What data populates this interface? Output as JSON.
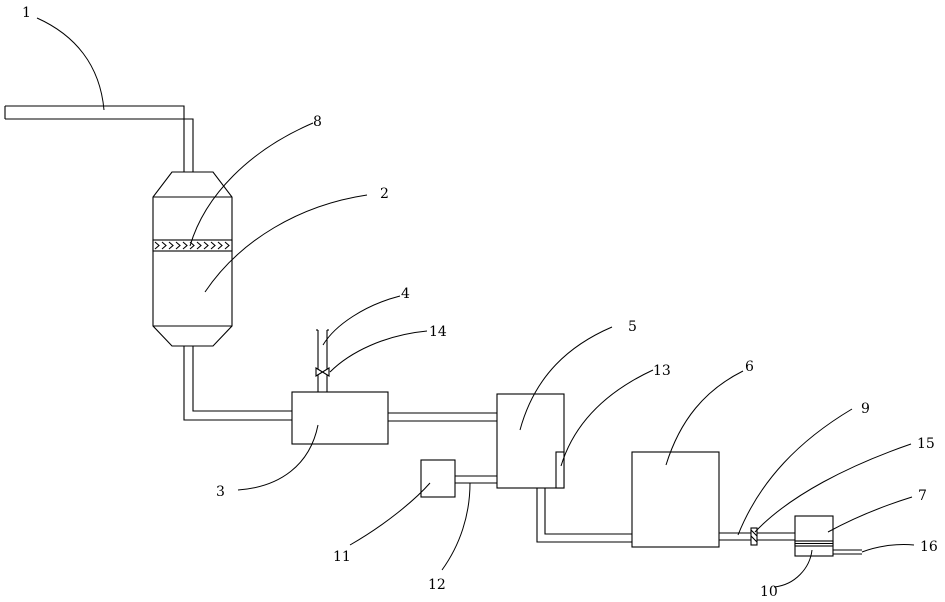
{
  "colors": {
    "stroke": "#000000",
    "background": "#ffffff"
  },
  "labels": {
    "l1": "1",
    "l2": "2",
    "l3": "3",
    "l4": "4",
    "l5": "5",
    "l6": "6",
    "l7": "7",
    "l8": "8",
    "l9": "9",
    "l10": "10",
    "l11": "11",
    "l12": "12",
    "l13": "13",
    "l14": "14",
    "l15": "15",
    "l16": "16"
  }
}
